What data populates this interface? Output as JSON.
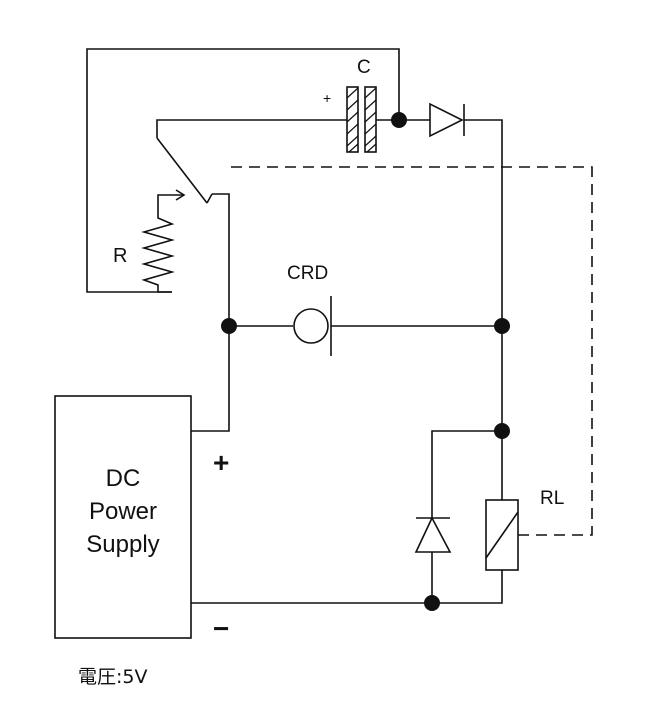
{
  "labels": {
    "capacitor": "C",
    "capacitor_polarity": "+",
    "resistor": "R",
    "crd": "CRD",
    "relay": "RL",
    "supply_positive": "+",
    "supply_negative": "−",
    "voltage": "電圧:5V"
  },
  "power_supply": {
    "line1": "DC",
    "line2": "Power",
    "line3": "Supply"
  },
  "colors": {
    "wire": "#111111",
    "background": "#ffffff"
  }
}
